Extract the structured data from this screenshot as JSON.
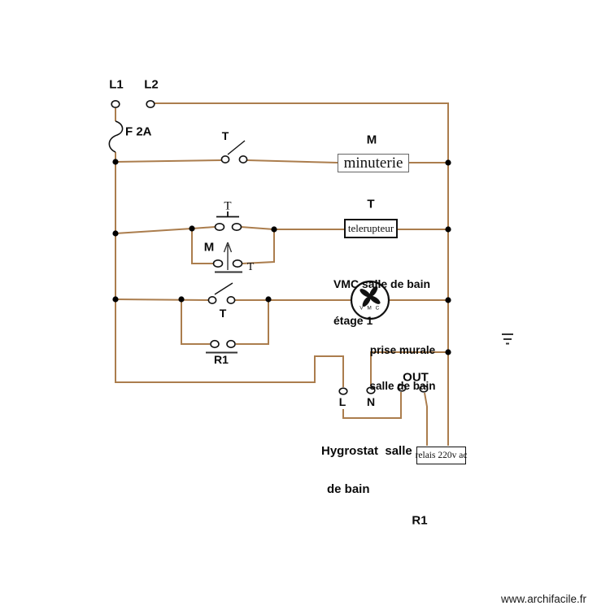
{
  "colors": {
    "wire": "#ab7d4d",
    "ink": "#111111"
  },
  "supply": {
    "l1": "L1",
    "l2": "L2",
    "fuse": "F 2A"
  },
  "timer_row": {
    "switch_label": "T",
    "component_letter": "M",
    "box_label": "minuterie"
  },
  "telerupteur_row": {
    "push_top_label": "T",
    "push_bottom_left_label": "M",
    "push_bottom_right_label": "T",
    "component_letter": "T",
    "box_label": "telerupteur"
  },
  "vmc_row": {
    "switch_label": "T",
    "relay_contact_label": "R1",
    "title_line1": "VMC salle de bain",
    "title_line2": "étage 1",
    "fan_text": "V M C"
  },
  "hygrostat": {
    "note_line1": "prise murale",
    "note_line2": "salle de bain",
    "out_label": "OUT",
    "terminal_l": "L",
    "terminal_n": "N",
    "caption_line1": "Hygrostat  salle",
    "caption_line2": "de bain"
  },
  "relay": {
    "box_label": "relais 220v ac",
    "ref_label": "R1"
  },
  "footer": {
    "watermark": "www.archifacile.fr"
  }
}
